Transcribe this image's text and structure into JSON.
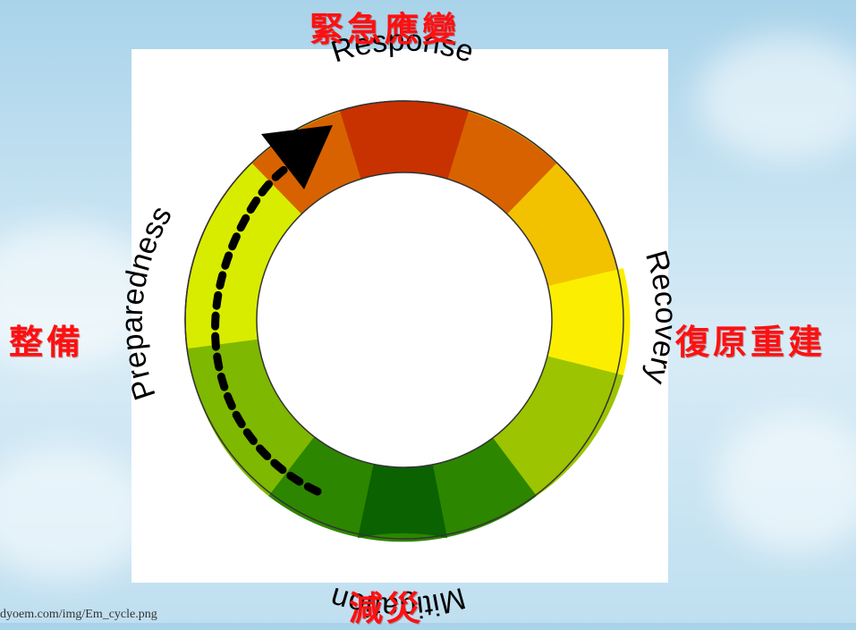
{
  "labels_zh": {
    "top": "緊急應變",
    "left": "整備",
    "right": "復原重建",
    "bottom": "減災"
  },
  "cycle": {
    "phases": [
      {
        "name": "Response"
      },
      {
        "name": "Recovery"
      },
      {
        "name": "Mitigation"
      },
      {
        "name": "Preparedness"
      }
    ],
    "colors": {
      "response": "#cc3300",
      "recovery": "#ffff00",
      "mitigation": "#006600",
      "preparedness": "#ccee00",
      "arrow": "#000000"
    }
  },
  "source_text": "dyoem.com/img/Em_cycle.png"
}
